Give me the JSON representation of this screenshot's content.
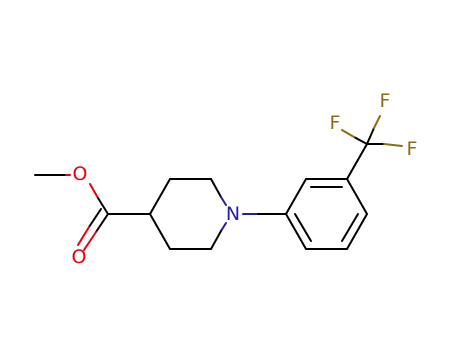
{
  "molecule": {
    "atoms": {
      "o_ester": {
        "label": "O",
        "color": "#e8000f"
      },
      "o_carbonyl": {
        "label": "O",
        "color": "#e8000f"
      },
      "n_ring": {
        "label": "N",
        "color": "#2020a0"
      },
      "f_top": {
        "label": "F",
        "color": "#8a6d14"
      },
      "f_left": {
        "label": "F",
        "color": "#8a6d14"
      },
      "f_right": {
        "label": "F",
        "color": "#8a6d14"
      }
    }
  }
}
